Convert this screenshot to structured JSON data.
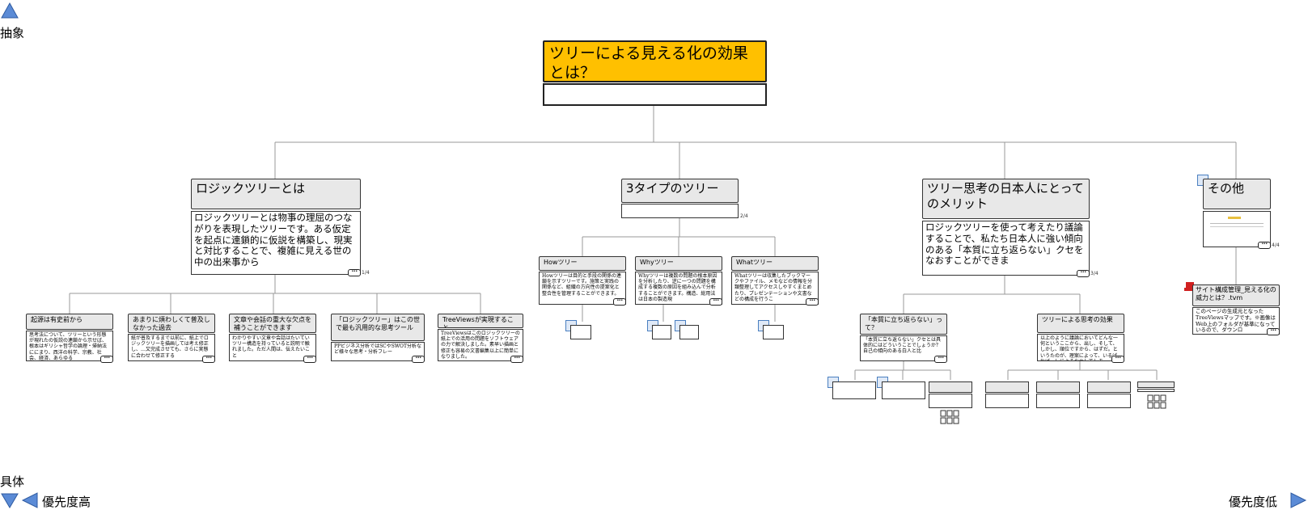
{
  "axis": {
    "abstract_label": "抽象",
    "concrete_label": "具体",
    "priority_high_label": "優先度高",
    "priority_low_label": "優先度低"
  },
  "root": {
    "title": "ツリーによる見える化の効果とは？",
    "color": "#ffc000"
  },
  "branches": {
    "logic": {
      "title": "ロジックツリーとは",
      "body": "ロジックツリーとは物事の理屈のつながりを表現したツリーです。ある仮定を起点に連鎖的に仮説を構築し、現実と対比することで、複雑に見える世の中の出来事から",
      "count": "1/4",
      "children": [
        {
          "title": "起源は有史前から",
          "body": "思考法について、ツリーという形態が現れたの仮説の連鎖から示せば、根本はギリシャ哲学の論理・帰納法ににまり、西洋の科学、宗教、社会、経済、あらゆる"
        },
        {
          "title": "あまりに煩わしくて普及しなかった過去",
          "body": "紙が普及するまで以前に、紙上でロジックツリーを描画しては考え修正し、…又完成させても、さらに実態に合わせて修正する"
        },
        {
          "title": "文章や会話の重大な欠点を補うことができます",
          "body": "わかりやすい文章や会話はたいていツリー構造を持っていると説明で触れました。ただ人間は、伝えたいこと"
        },
        {
          "title": "「ロジックツリー」はこの世で最も汎用的な思考ツール",
          "body": "PPビジネス分析ではSCやSWOT分析など様々な思考・分析フレー"
        },
        {
          "title": "TreeViewsが実現すること",
          "body": "TreeViewsはこのロジックツリーの紙上での活用の問題をソフトウェアの力で解決しました。素早い描画と修正も容易の文書編集以上に簡単になりました。"
        }
      ]
    },
    "three": {
      "title": "3タイプのツリー",
      "count": "2/4",
      "children": [
        {
          "title": "Howツリー",
          "body": "Howツリーは目的と手段の関係の連鎖を示すツリーです。施策と実践の関係など、組織の方向性の提案化と整合性を管理することができます。"
        },
        {
          "title": "Whyツリー",
          "body": "Whyツリーは複数の問題の根本原因を分析したり、逆に一つの問題を構成する複数の原因を組み込んで分析することができます。構造、総用法は日本の製造現"
        },
        {
          "title": "Whatツリー",
          "body": "Whatツリーは収集したブックマークやファイル、メモなどの情報を分類整理してアクセスしやすくまとめたり、プレゼンテーションや文書などの構成を行うこ"
        }
      ]
    },
    "merit": {
      "title": "ツリー思考の日本人にとってのメリット",
      "body": "ロジックツリーを使って考えたり議論することで、私たち日本人に強い傾向のある「本質に立ち返らない」クセをなおすことができま",
      "count": "3/4",
      "children": [
        {
          "title": "「本質に立ち返らない」って？",
          "body": "「本質に立ち返らない」クセとは具体的にはどういうことでしょうか？自己の傾向のある白人と比"
        },
        {
          "title": "ツリーによる思考の効果",
          "body": "以上のように議論においてどんな一何というここから、出し、そして、しかし、順位ですから、はずだ。というたのが、理案によって、いるばれば、しによるおかしてしま"
        }
      ]
    },
    "other": {
      "title": "その他",
      "count": "4/4",
      "child": {
        "title": "サイト構成管理_見える化の威力とは？.tvm",
        "body": "このページの生成元となったTreeViewsマップです。※画像はWeb上のフォルダが基準になっているので、ダウンロ"
      }
    }
  },
  "more_glyph": "•••",
  "colors": {
    "title_bg": "#e8e8e8",
    "line": "#999999",
    "root": "#ffc000",
    "axis_icon": "#5b8bd6"
  }
}
